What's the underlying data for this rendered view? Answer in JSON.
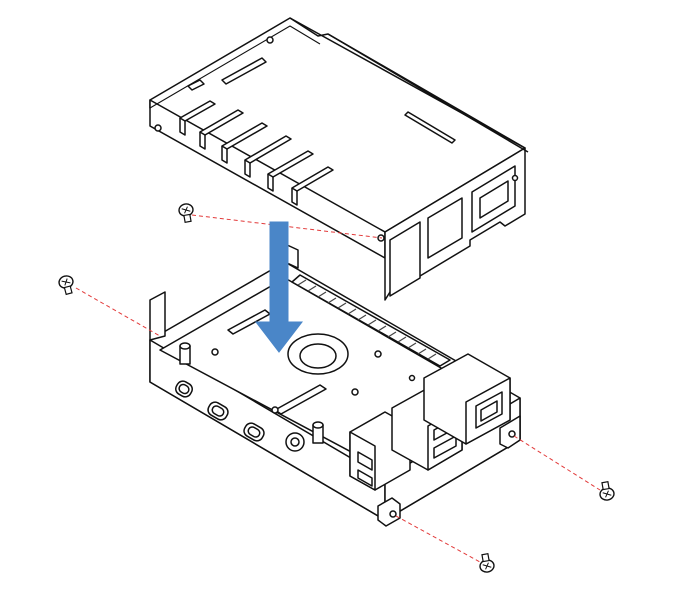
{
  "diagram": {
    "colors": {
      "line": "#111111",
      "fill": "#ffffff",
      "hatch": "#444444",
      "guide": "#e23a3a",
      "arrow": "#4a86c8"
    },
    "components": [
      {
        "id": "cover",
        "icon": "enclosure-cover"
      },
      {
        "id": "base",
        "icon": "enclosure-base-with-board"
      },
      {
        "id": "screws",
        "icon": "screw-icon",
        "count": 4
      },
      {
        "id": "arrow",
        "icon": "down-arrow-icon"
      }
    ]
  }
}
